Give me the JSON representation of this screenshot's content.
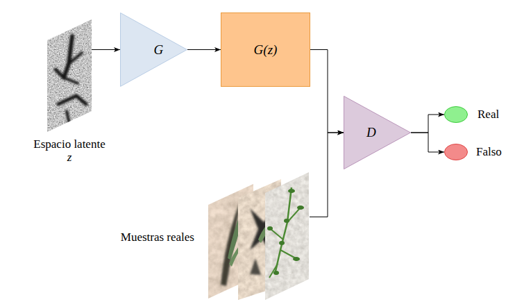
{
  "diagram": {
    "nodes": [
      {
        "text": [
          "Espacio latente",
          "z"
        ]
      },
      {
        "text": [
          "G"
        ]
      },
      {
        "text": [
          "G(z)"
        ]
      },
      {
        "text": [
          "Muestras reales"
        ]
      },
      {
        "text": [
          "D"
        ]
      },
      {
        "text": [
          "Real"
        ]
      },
      {
        "text": [
          "Falso"
        ]
      }
    ],
    "edges": [
      {
        "from": 0,
        "to": 1,
        "arrow": "to"
      },
      {
        "from": 1,
        "to": 2,
        "arrow": "to"
      },
      {
        "from": 2,
        "to": 4,
        "arrow": "to"
      },
      {
        "from": 3,
        "to": 4,
        "arrow": "to"
      },
      {
        "from": 4,
        "to": 5,
        "arrow": "to"
      },
      {
        "from": 4,
        "to": 6,
        "arrow": "to"
      }
    ]
  }
}
